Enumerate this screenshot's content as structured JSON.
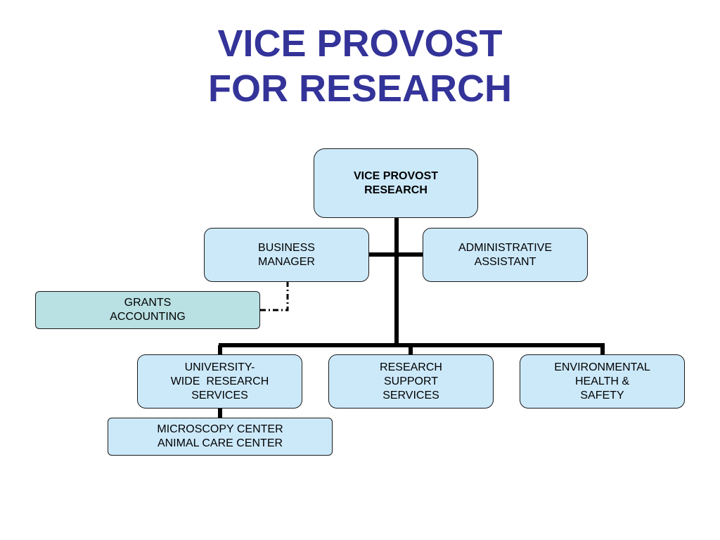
{
  "title": {
    "line1": "VICE PROVOST",
    "line2": "FOR RESEARCH"
  },
  "nodes": {
    "vice_provost": [
      "VICE PROVOST",
      "RESEARCH"
    ],
    "business_manager": [
      "BUSINESS",
      "MANAGER"
    ],
    "administrative_assistant": [
      "ADMINISTRATIVE",
      "ASSISTANT"
    ],
    "grants_accounting": [
      "GRANTS",
      "ACCOUNTING"
    ],
    "university_wide": [
      "UNIVERSITY-",
      "WIDE  RESEARCH",
      "SERVICES"
    ],
    "research_support": [
      "RESEARCH",
      "SUPPORT",
      "SERVICES"
    ],
    "environmental": [
      "ENVIRONMENTAL",
      "HEALTH &",
      "SAFETY"
    ],
    "microscopy": [
      "MICROSCOPY CENTER",
      "ANIMAL CARE CENTER"
    ]
  },
  "colors": {
    "title": "#333399",
    "box_fill": "#cce9fa",
    "grants_fill": "#b9e0e3",
    "connector": "#000000"
  }
}
